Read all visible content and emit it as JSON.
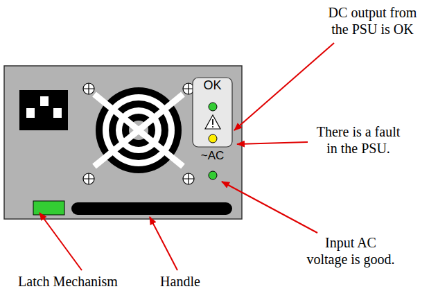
{
  "diagram": {
    "nodes": [
      {
        "text": [
          "~AC"
        ]
      },
      {
        "text": [
          "OK"
        ],
        "in": 0
      }
    ],
    "labels": [
      "DC output from the PSU is OK",
      "There is a fault in the PSU.",
      "Input AC voltage is good.",
      "Latch Mechanism",
      "Handle"
    ]
  }
}
